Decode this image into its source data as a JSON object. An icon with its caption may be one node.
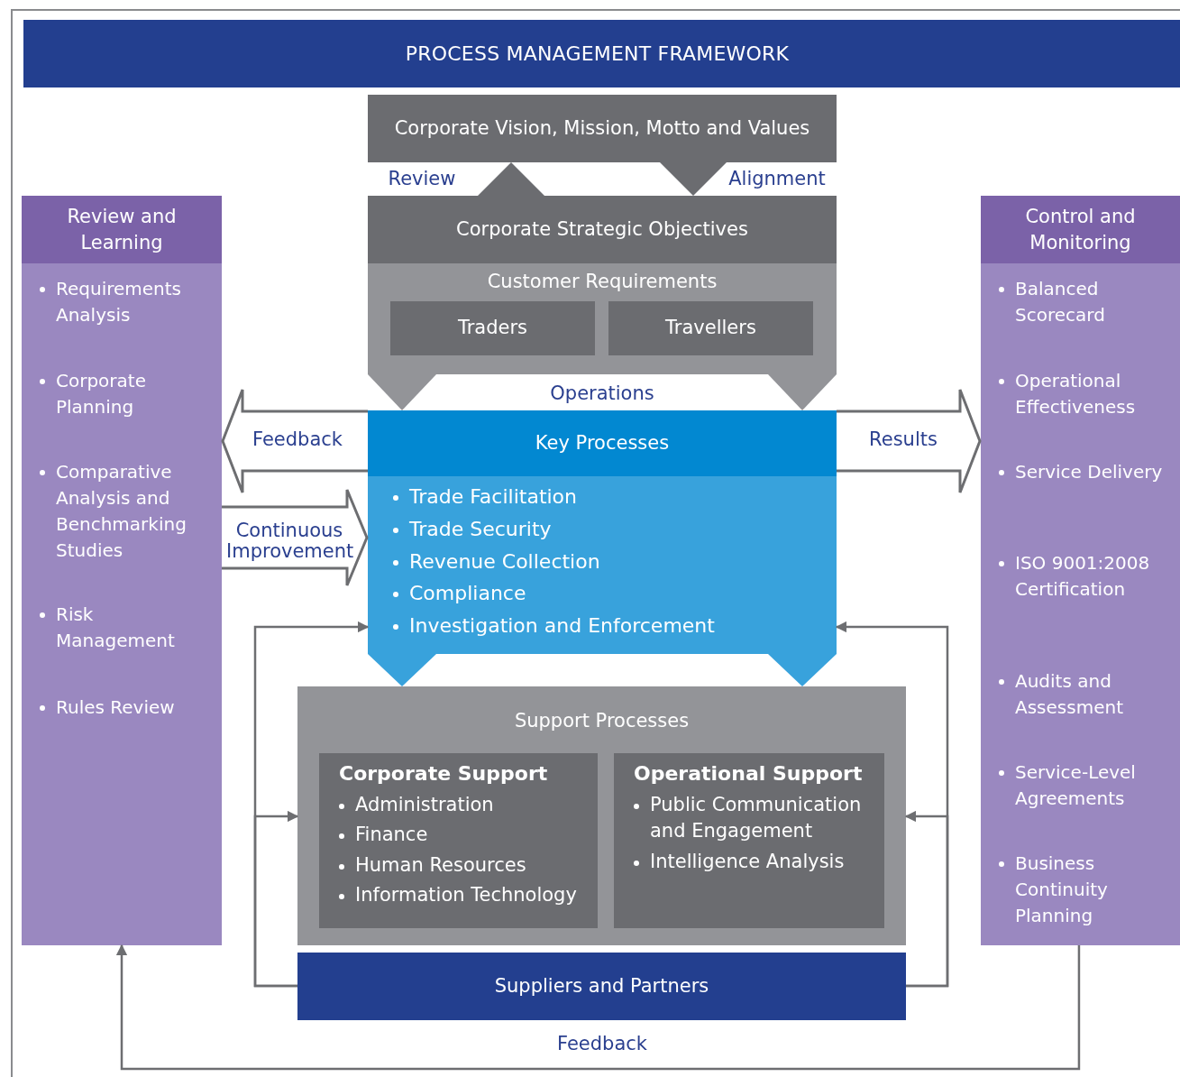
{
  "diagram": {
    "title": "PROCESS MANAGEMENT FRAMEWORK",
    "nodes": [
      {
        "text": [
          "Corporate Vision, Mission, Motto and Values"
        ]
      },
      {
        "text": [
          "Corporate Strategic Objectives"
        ]
      },
      {
        "text": [
          "Customer Requirements"
        ]
      },
      {
        "text": [
          "Traders"
        ],
        "in": 2
      },
      {
        "text": [
          "Travellers"
        ],
        "in": 2
      },
      {
        "text": [
          "Key Processes",
          "Trade Facilitation",
          "Trade Security",
          "Revenue Collection",
          "Compliance",
          "Investigation and Enforcement"
        ]
      },
      {
        "text": [
          "Support Processes"
        ]
      },
      {
        "text": [
          "Corporate Support",
          "Administration",
          "Finance",
          "Human Resources",
          "Information Technology"
        ],
        "in": 6
      },
      {
        "text": [
          "Operational Support",
          "Public Communication and Engagement",
          "Intelligence Analysis"
        ],
        "in": 6
      },
      {
        "text": [
          "Suppliers and Partners"
        ]
      },
      {
        "text": [
          "Review and Learning",
          "Requirements Analysis",
          "Corporate Planning",
          "Comparative Analysis and Benchmarking Studies",
          "Risk Management",
          "Rules Review"
        ]
      },
      {
        "text": [
          "Control and Monitoring",
          "Balanced Scorecard",
          "Operational Effectiveness",
          "Service Delivery",
          "ISO 9001:2008 Certification",
          "Audits and Assessment",
          "Service-Level Agreements",
          "Business Continuity Planning"
        ]
      }
    ],
    "edges": [
      {
        "from": 1,
        "to": 0,
        "arrow": "to",
        "label": "Review",
        "color": "#6b6c70"
      },
      {
        "from": 0,
        "to": 1,
        "arrow": "to",
        "label": "Alignment",
        "color": "#6b6c70"
      },
      {
        "from": 2,
        "to": 5,
        "arrow": "to",
        "color": "#939498"
      },
      {
        "from": 2,
        "to": 5,
        "arrow": "to",
        "color": "#939498"
      },
      {
        "from": 5,
        "to": 6,
        "arrow": "to",
        "color": "#38a2dc"
      },
      {
        "from": 5,
        "to": 6,
        "arrow": "to",
        "color": "#38a2dc"
      },
      {
        "from": 5,
        "to": 10,
        "arrow": "to",
        "label": "Feedback",
        "style": "thick"
      },
      {
        "from": 10,
        "to": 5,
        "arrow": "to",
        "label": "Continuous Improvement",
        "style": "thick"
      },
      {
        "from": 5,
        "to": 11,
        "arrow": "to",
        "label": "Results",
        "style": "thick"
      },
      {
        "from": 9,
        "to": 5,
        "arrow": "to"
      },
      {
        "from": 9,
        "to": 6,
        "arrow": "to"
      },
      {
        "from": 9,
        "to": 5,
        "arrow": "to"
      },
      {
        "from": 9,
        "to": 6,
        "arrow": "to"
      },
      {
        "from": 11,
        "to": 10,
        "arrow": "to",
        "label": "Feedback"
      }
    ],
    "labels": [
      "Operations"
    ]
  }
}
